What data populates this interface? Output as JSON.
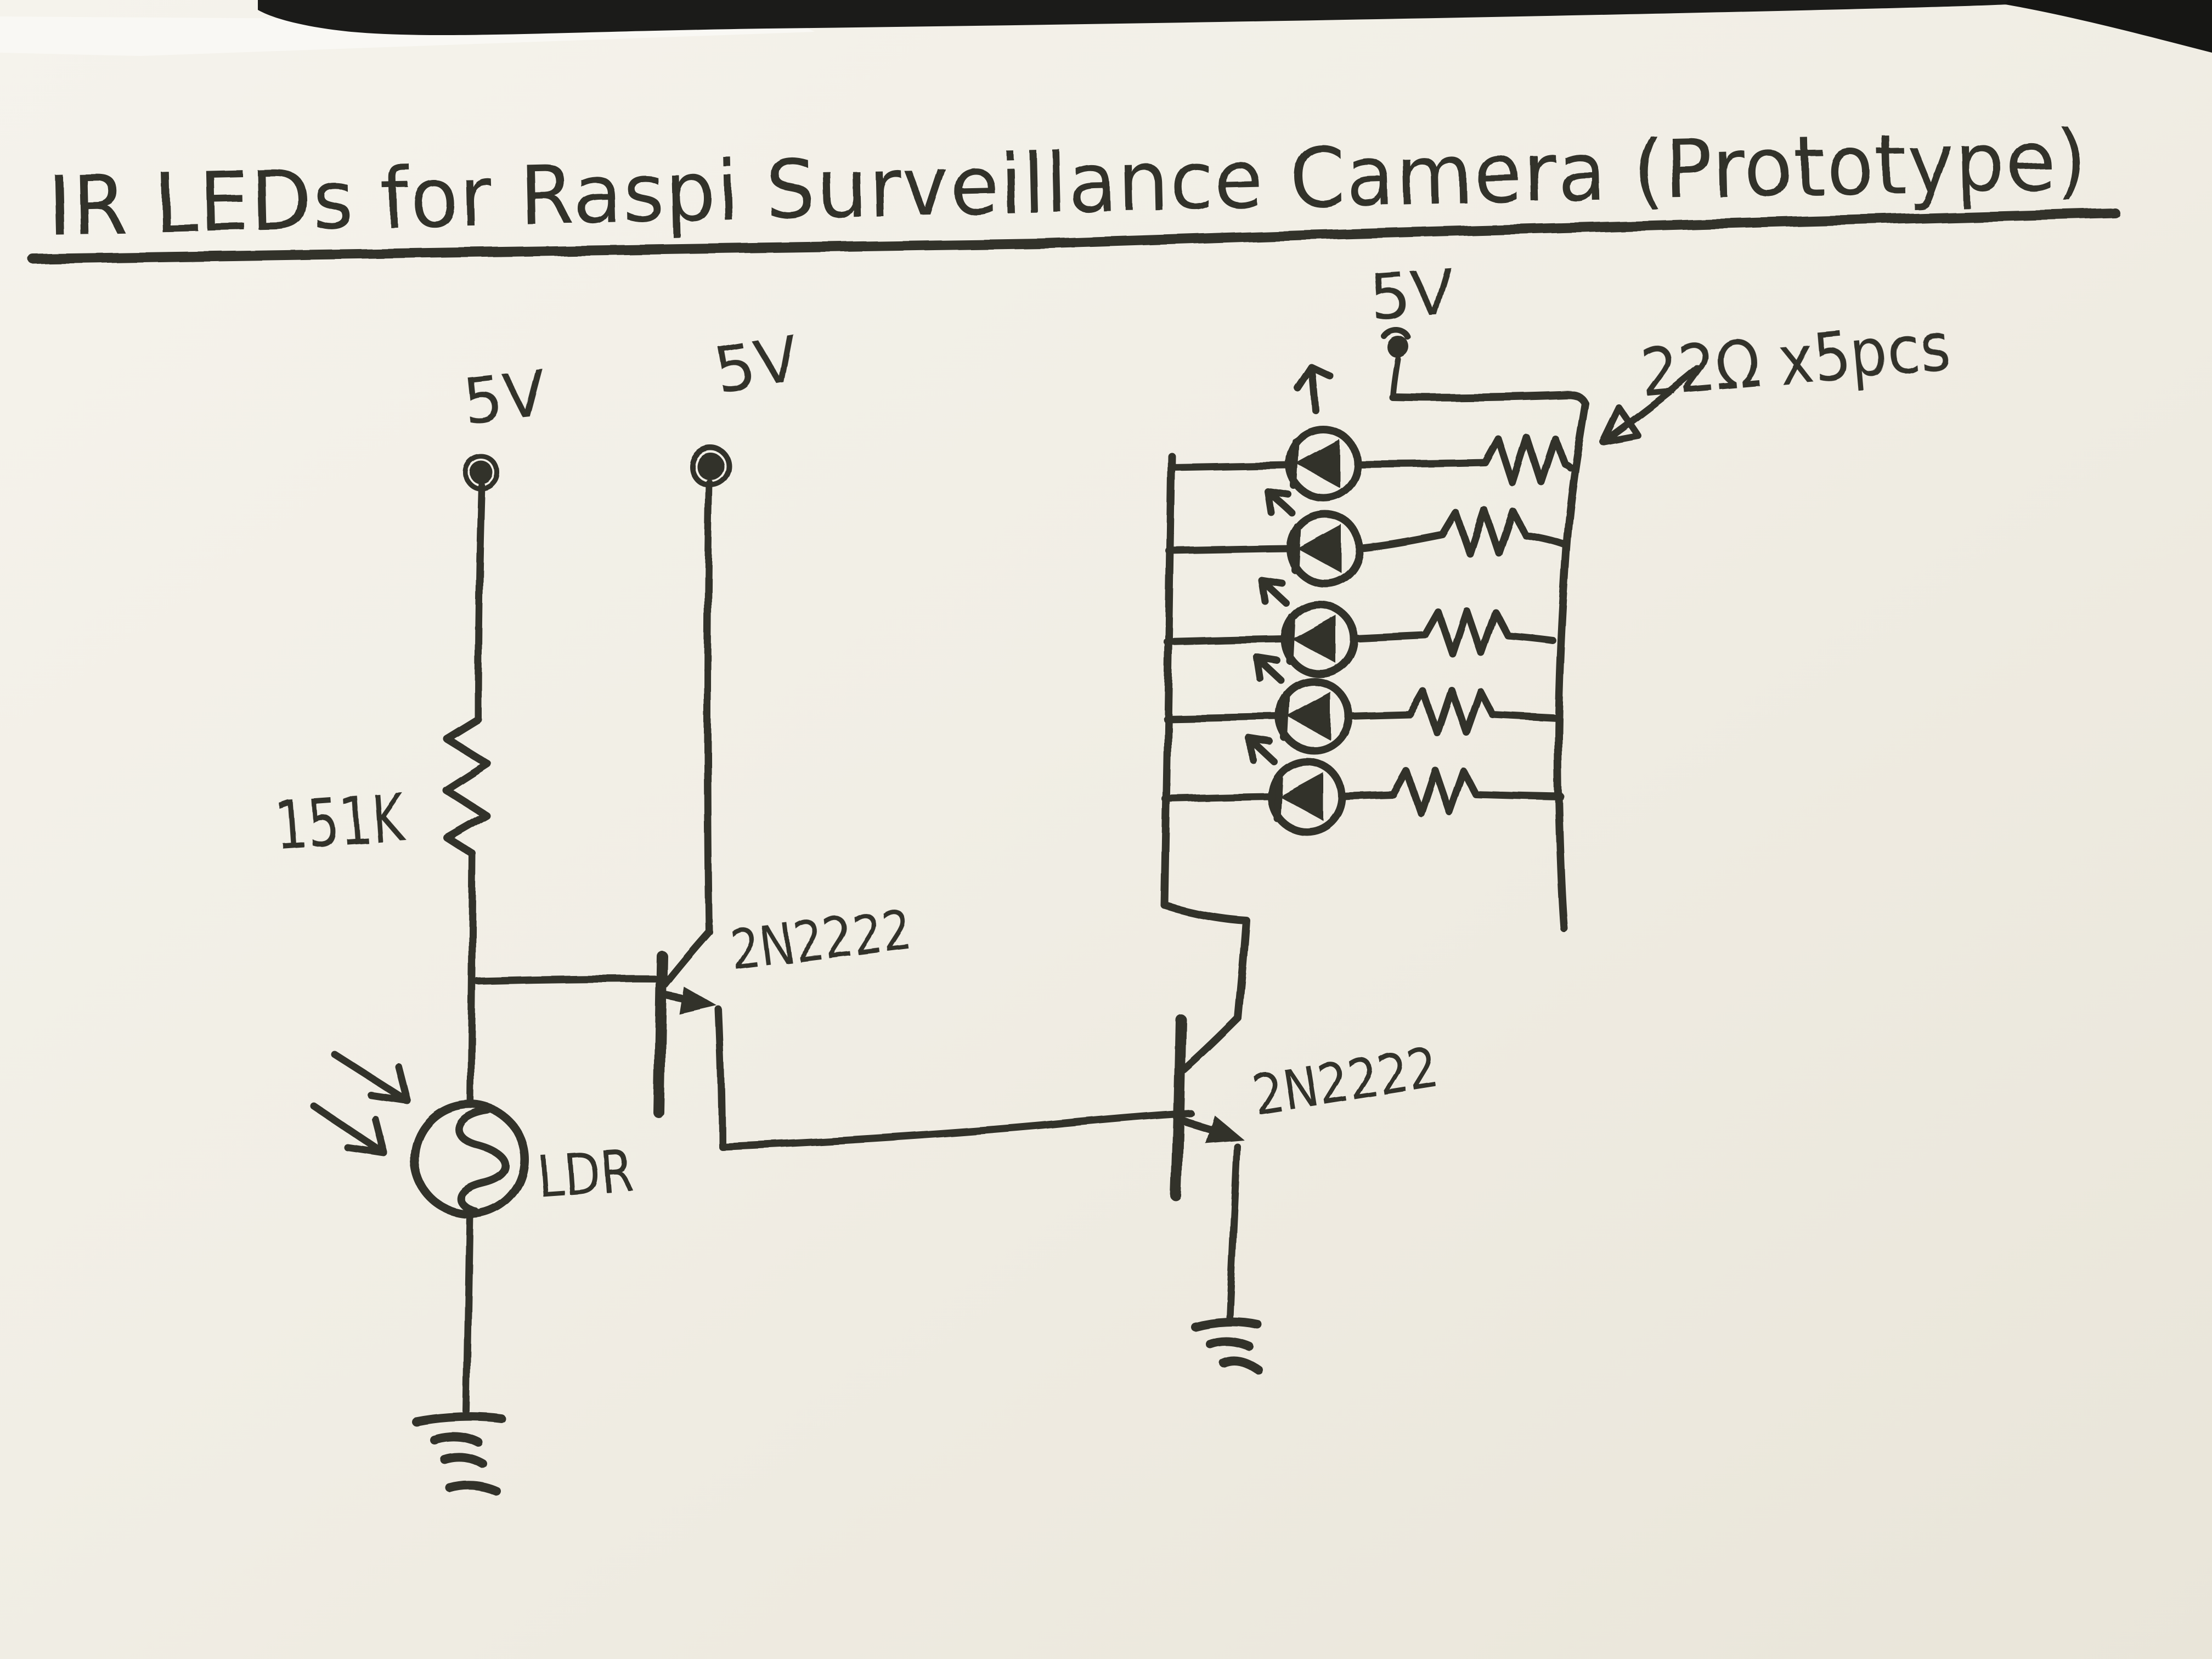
{
  "photo": {
    "title": "IR LEDs for Raspi Surveillance Camera (Prototype)",
    "labels": {
      "supply_left": "5V",
      "supply_driver": "5V",
      "supply_led_array": "5V",
      "divider_resistor": "151K",
      "led_resistor_note": "22Ω x5pcs",
      "photoresistor": "LDR",
      "left_transistor": "2N2222",
      "right_transistor": "2N2222"
    },
    "led_count": 5,
    "colors": {
      "paper": "#f1eee5",
      "ink": "#32302b",
      "backdrop": "#191917"
    }
  }
}
